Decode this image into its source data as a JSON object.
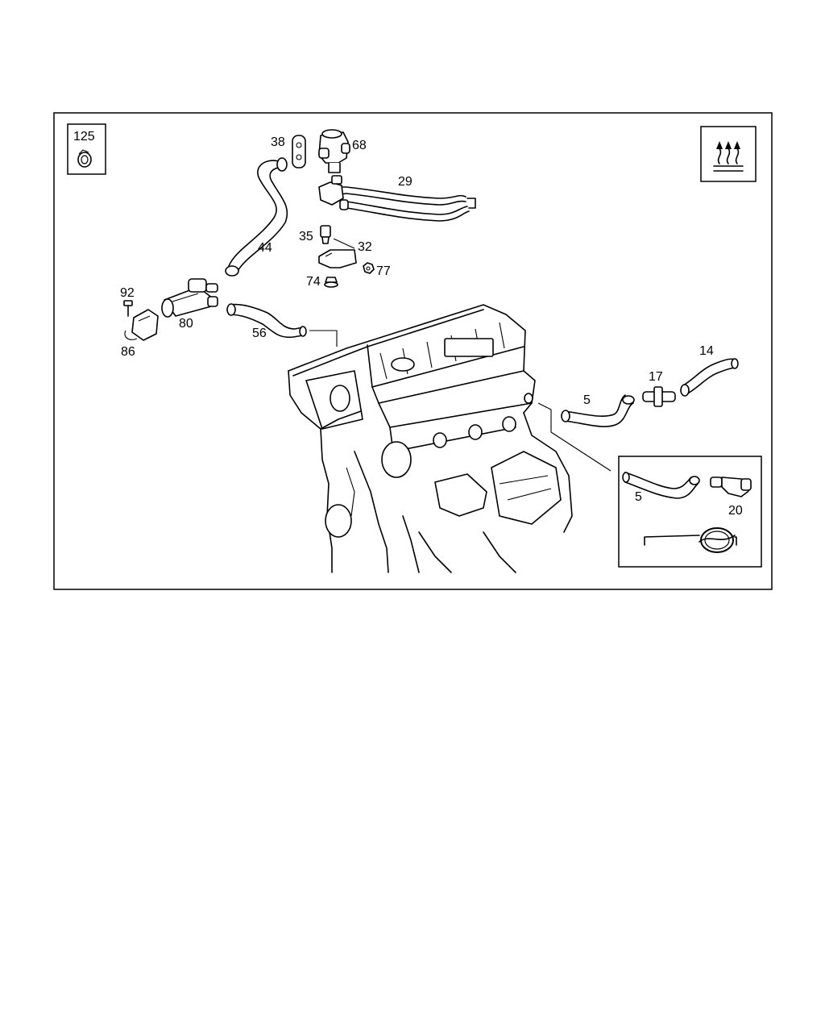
{
  "diagram": {
    "labels": {
      "p125": "125",
      "p38": "38",
      "p68": "68",
      "p29": "29",
      "p44": "44",
      "p35": "35",
      "p32": "32",
      "p77": "77",
      "p74": "74",
      "p92": "92",
      "p80": "80",
      "p86": "86",
      "p56": "56",
      "p14": "14",
      "p17": "17",
      "p5": "5",
      "p5_inset": "5",
      "p20": "20"
    },
    "icons": {
      "clamp": "hose-clamp-icon",
      "heater": "heater-icon",
      "engine_code": "engine-code-icon"
    }
  }
}
